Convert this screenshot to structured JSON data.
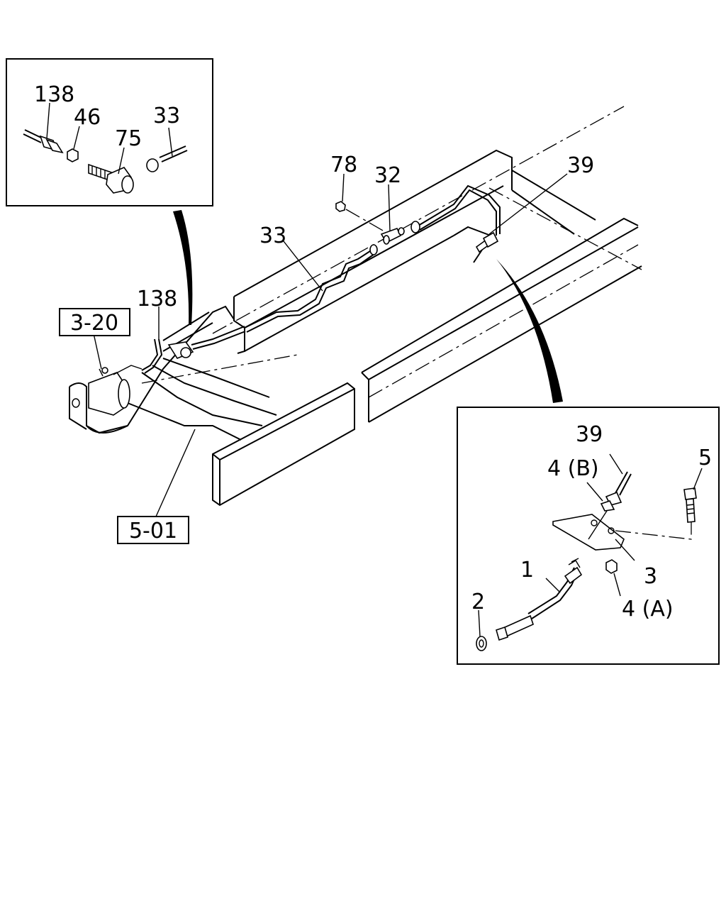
{
  "callouts": {
    "inset_top": {
      "p138": "138",
      "p46": "46",
      "p75": "75",
      "p33": "33"
    },
    "main": {
      "p78": "78",
      "p32": "32",
      "p39": "39",
      "p33": "33",
      "p138": "138"
    },
    "inset_bottom": {
      "p39": "39",
      "p4b": "4 (B)",
      "p5": "5",
      "p1": "1",
      "p3": "3",
      "p2": "2",
      "p4a": "4 (A)"
    }
  },
  "references": {
    "ref_3_20": "3-20",
    "ref_5_01": "5-01"
  }
}
